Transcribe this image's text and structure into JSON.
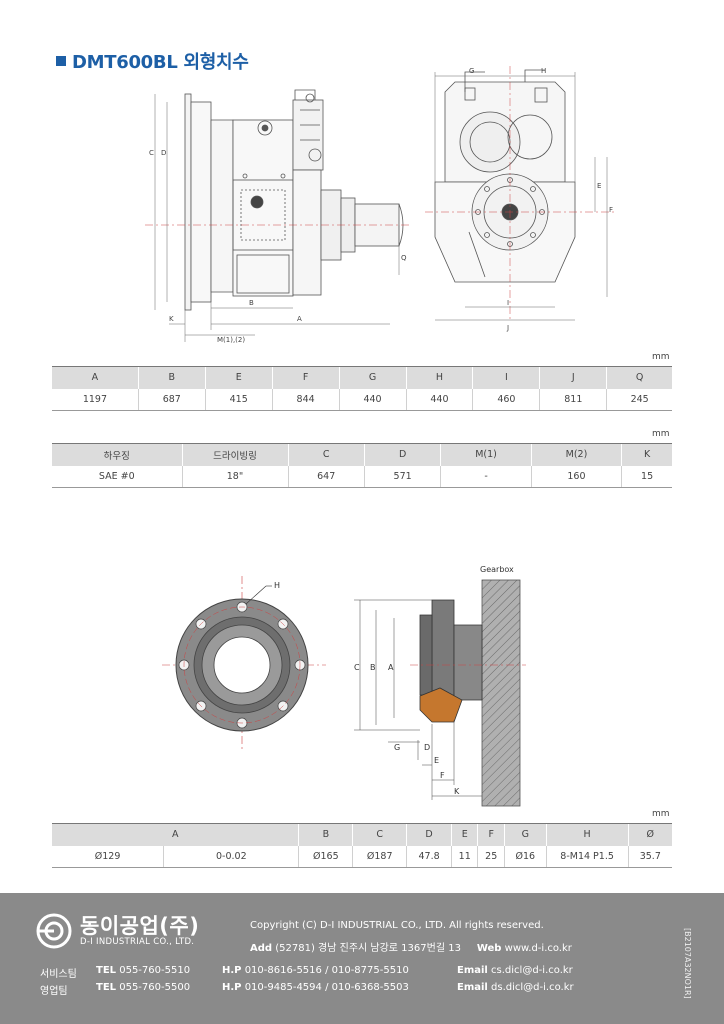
{
  "title": "DMT600BL 외형치수",
  "unit": "mm",
  "drawings": {
    "side_labels": {
      "C": "C",
      "D": "D",
      "B": "B",
      "A": "A",
      "K": "K",
      "M": "M(1),(2)",
      "Q": "Q"
    },
    "front_labels": {
      "G": "G",
      "H": "H",
      "E": "E",
      "F": "F",
      "I": "I",
      "J": "J"
    },
    "coupling_labels": {
      "H": "H"
    },
    "section_labels": {
      "gearbox": "Gearbox",
      "C": "C",
      "B": "B",
      "A": "A",
      "G": "G",
      "D": "D",
      "E": "E",
      "F": "F",
      "K": "K"
    }
  },
  "table1": {
    "headers": [
      "A",
      "B",
      "E",
      "F",
      "G",
      "H",
      "I",
      "J",
      "Q"
    ],
    "values": [
      "1197",
      "687",
      "415",
      "844",
      "440",
      "440",
      "460",
      "811",
      "245"
    ]
  },
  "table2": {
    "headers": [
      "하우징",
      "드라이빙링",
      "C",
      "D",
      "M(1)",
      "M(2)",
      "K"
    ],
    "values": [
      "SAE #0",
      "18\"",
      "647",
      "571",
      "-",
      "160",
      "15"
    ]
  },
  "table3": {
    "headers": [
      "A",
      "B",
      "C",
      "D",
      "E",
      "F",
      "G",
      "H",
      "Ø"
    ],
    "values": [
      "Ø129",
      "0-0.02",
      "Ø165",
      "Ø187",
      "47.8",
      "11",
      "25",
      "Ø16",
      "8-M14 P1.5",
      "35.7"
    ]
  },
  "footer": {
    "logo_ko": "동이공업(주)",
    "logo_en": "D-I INDUSTRIAL CO., LTD.",
    "copyright": "Copyright (C) D-I INDUSTRIAL CO., LTD. All rights reserved.",
    "add_label": "Add",
    "address": "(52781) 경남 진주시 남강로 1367번길 13",
    "web_label": "Web",
    "web": "www.d-i.co.kr",
    "service_team": "서비스팀",
    "sales_team": "영업팀",
    "tel_label": "TEL",
    "hp_label": "H.P",
    "email_label": "Email",
    "service_tel": "055-760-5510",
    "sales_tel": "055-760-5500",
    "service_hp": "010-8616-5516 / 010-8775-5510",
    "sales_hp": "010-9485-4594 / 010-6368-5503",
    "service_email": "cs.dicl@d-i.co.kr",
    "sales_email": "ds.dicl@d-i.co.kr",
    "doc_code": "[B2107A32NO1R]"
  }
}
